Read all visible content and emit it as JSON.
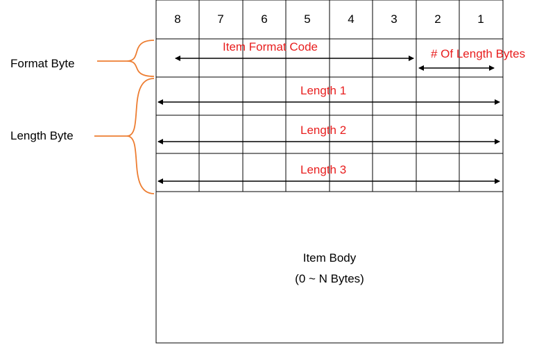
{
  "bits": [
    "8",
    "7",
    "6",
    "5",
    "4",
    "3",
    "2",
    "1"
  ],
  "labels": {
    "format_byte": "Format Byte",
    "length_byte": "Length Byte"
  },
  "fields": {
    "item_format_code": "Item Format Code",
    "num_length_bytes": "# Of Length Bytes",
    "length_1": "Length 1",
    "length_2": "Length 2",
    "length_3": "Length 3"
  },
  "item_body": {
    "title": "Item Body",
    "range": "(0 ~ N Bytes)"
  },
  "colors": {
    "brace": "#ed7d31",
    "field_text": "#e81e1e",
    "grid": "#000000"
  }
}
